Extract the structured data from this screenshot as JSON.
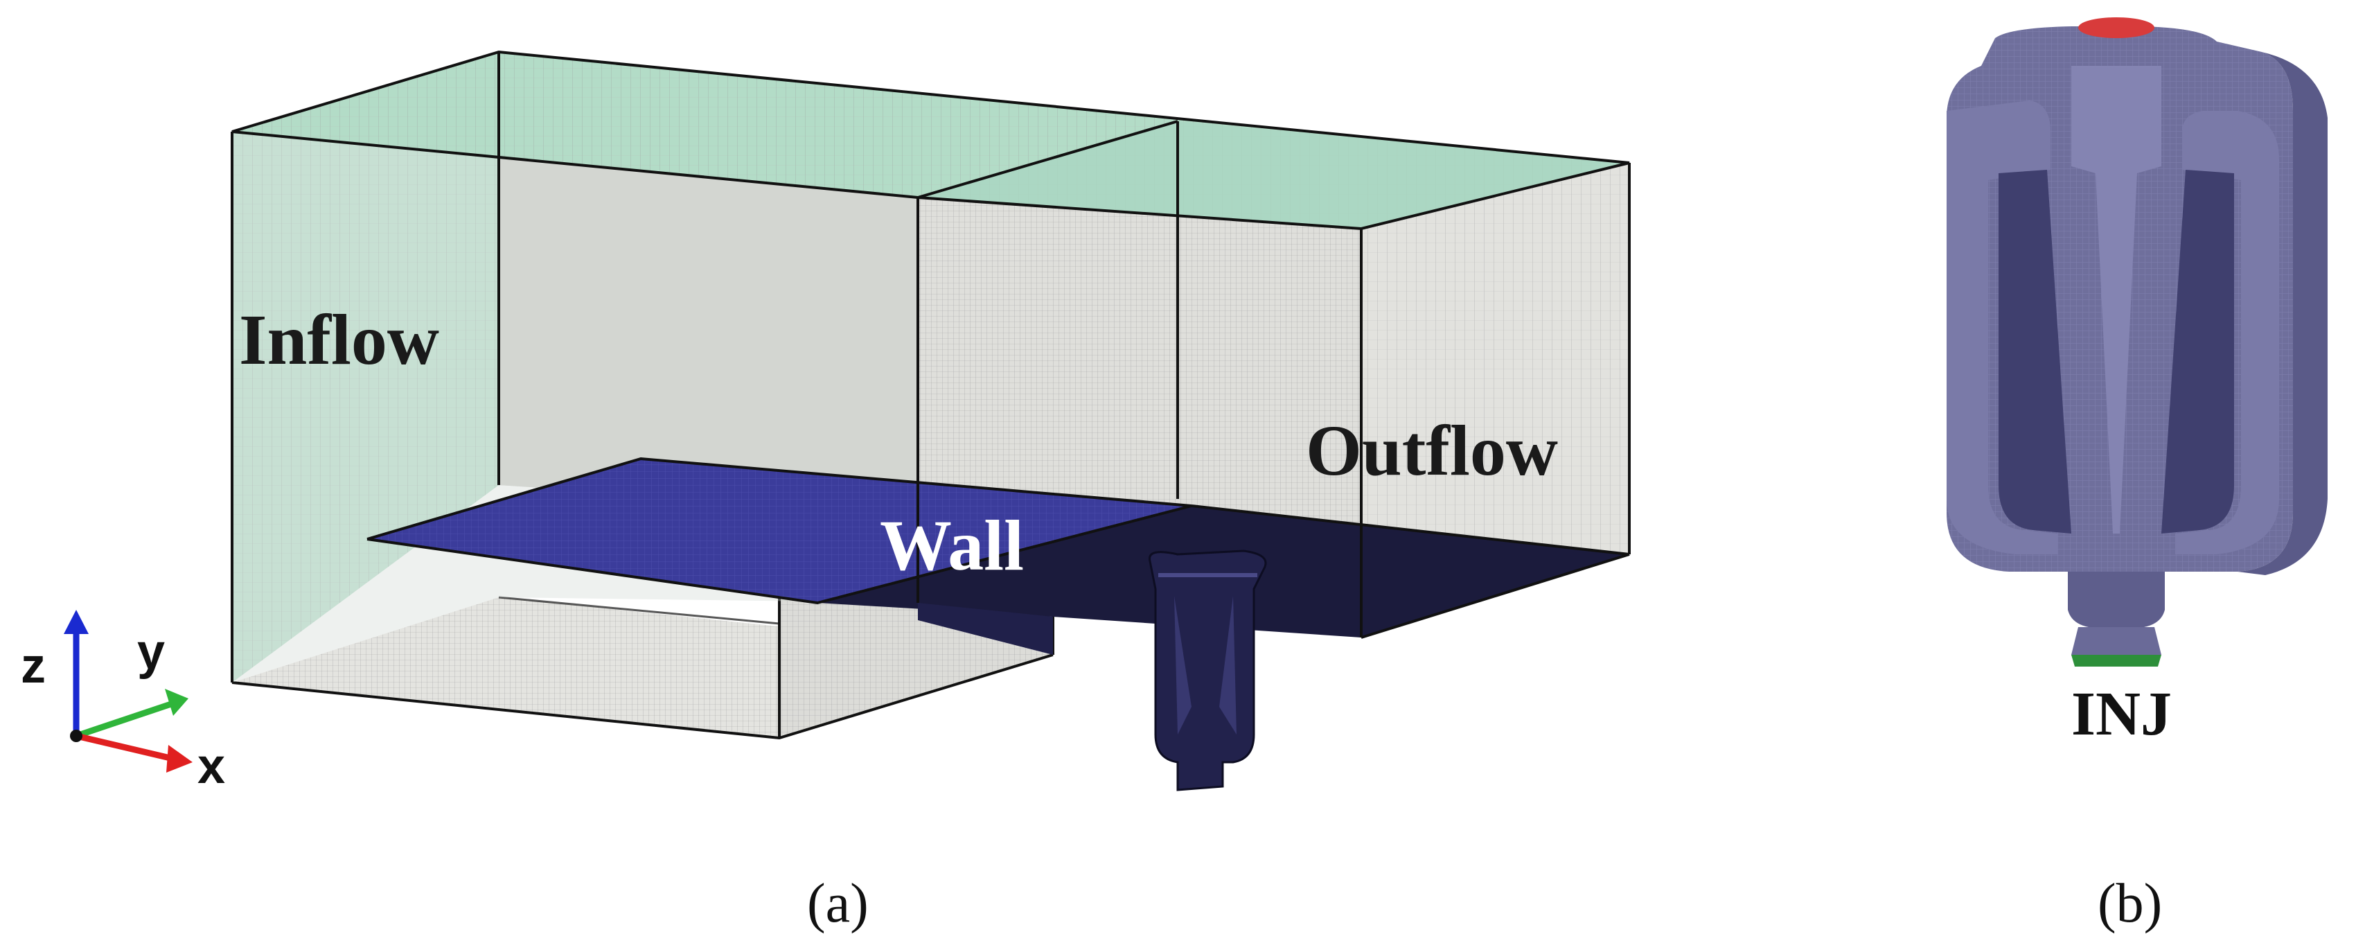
{
  "panel_a": {
    "labels": {
      "inflow": "Inflow",
      "wall": "Wall",
      "outflow": "Outflow"
    },
    "axes": {
      "z": "z",
      "y": "y",
      "x": "x"
    },
    "caption": "(a)",
    "colors": {
      "mesh_face_gray": "#d9d9d4",
      "inflow_face_green": "#a9d9c4",
      "wall_plane_blue": "#2e2f8a",
      "wall_underside_dark": "#161630",
      "edge_line": "#111111",
      "axis_z_blue": "#1a2ad0",
      "axis_y_green": "#2fb53a",
      "axis_x_red": "#e02020"
    }
  },
  "panel_b": {
    "labels": {
      "injector": "INJ"
    },
    "caption": "(b)",
    "colors": {
      "injector_body": "#6f6f9c",
      "injector_shadow": "#3f3f6e",
      "inlet_cap_red": "#d83b3b",
      "outlet_green": "#2d8f3a"
    }
  }
}
